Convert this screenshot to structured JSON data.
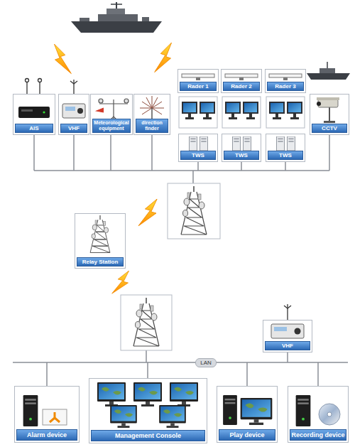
{
  "diagram": {
    "nodes": [
      {
        "text": [
          "AIS"
        ]
      },
      {
        "text": [
          "VHF"
        ]
      },
      {
        "text": [
          "Meteorological equipment"
        ]
      },
      {
        "text": [
          "direction finder"
        ]
      },
      {
        "text": [
          "Rader 1"
        ]
      },
      {
        "text": [
          "Rader 2"
        ]
      },
      {
        "text": [
          "Rader 3"
        ]
      },
      {
        "text": [
          "TWS"
        ]
      },
      {
        "text": [
          "TWS"
        ]
      },
      {
        "text": [
          "TWS"
        ]
      },
      {
        "text": [
          "CCTV"
        ]
      },
      {
        "text": [
          "Relay Station"
        ]
      },
      {
        "text": [
          "VHF"
        ]
      },
      {
        "text": [
          "Alarm device"
        ]
      },
      {
        "text": [
          "Management Console"
        ]
      },
      {
        "text": [
          "Play device"
        ]
      },
      {
        "text": [
          "Recording device"
        ]
      }
    ],
    "labels": [
      "LAN"
    ]
  }
}
